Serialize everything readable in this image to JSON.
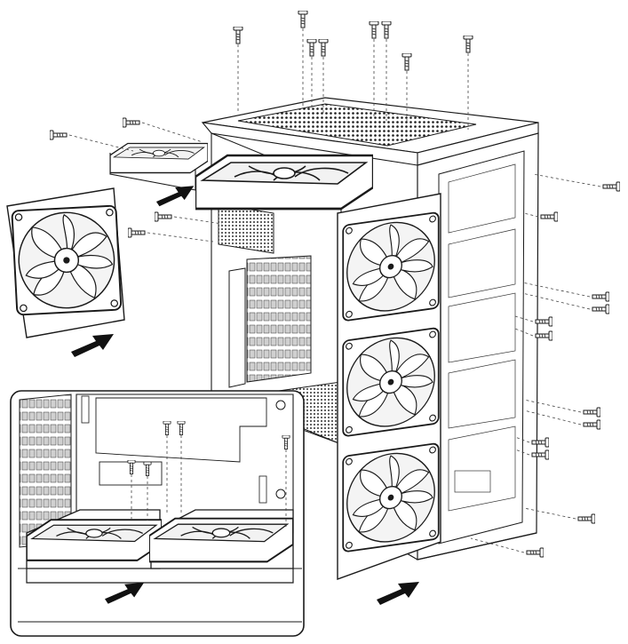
{
  "figure": {
    "description_text": "",
    "colors": {
      "line": "#1a1a1a",
      "fill": "#ffffff",
      "mesh": "#bdbdbd",
      "arrow": "#111111"
    },
    "icons": [
      "case-chassis",
      "fan",
      "screw",
      "insertion-arrow",
      "detail-inset"
    ],
    "counts": {
      "top_screws": 8,
      "loose_fans": 1,
      "top_fans": 2,
      "front_fans": 3,
      "inset_fans": 2,
      "arrows": 4
    }
  }
}
